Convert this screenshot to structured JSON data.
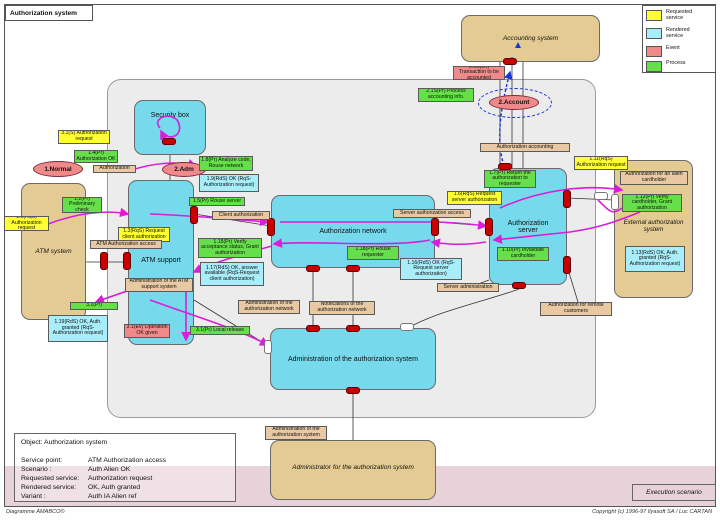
{
  "diagram_tab": "Authorization system",
  "legend": {
    "items": [
      {
        "label": "Requested service",
        "color": "#ffff33"
      },
      {
        "label": "Rendered service",
        "color": "#a8eefa"
      },
      {
        "label": "Event",
        "color": "#f08a8a"
      },
      {
        "label": "Process",
        "color": "#66e04a"
      }
    ]
  },
  "objects": {
    "accounting_system": "Accounting system",
    "security_box": "Security box",
    "atm_system": "ATM system",
    "atm_support": "ATM support",
    "authorization_network": "Authorization network",
    "authorization_server": "Authorization server",
    "external_authorization_system": "External authorization system",
    "administration_system": "Administration of the authorization system",
    "administrator": "Administrator for the authorization system"
  },
  "scenarios": {
    "normal": "1.Normal",
    "admin": "2.Adm",
    "account": "2.Account"
  },
  "requested_services": [
    "3.1(S) Authorization request",
    "1.1(RqS) Authorization request",
    "1.3(RqS) Request client authorization",
    "1.6(RqS) Request server authorization",
    "1.11(RqS) Authorization request"
  ],
  "rendered_services": [
    "1.9(RdS) OK (RqS-Authorization request)",
    "1.17(RdS) OK, answer available (RqS-Request client authorization)",
    "1.16(RdS) OK (RqS-Request server authorization)",
    "1.13(RdS) OK, Auth. granted (RqS-Authorization request)",
    "1.19(RdS) OK, Auth. granted (RqS-Authorization request)"
  ],
  "events": [
    "2.1S(Ev) Transaction to be accounted",
    "3.1(Ev) Operation OK given"
  ],
  "processes": [
    "1.4(Pr) Authorization OK",
    "1.8(Pr) Analyze code, Rouse network",
    "1.2(Pr) Preliminary check",
    "1.5(Pr) Rouse server",
    "1.7(Pr) Return the authorization to requester",
    "1.12(Pr) Verify cardholder, Grant authorization",
    "1.15(Pr) Verify acceptance status, Grant authorization",
    "1.18(Pr) Rouse requester",
    "1.10(Pr) Invalidate cardholder",
    "2.1S(Pr) Process accounting info.",
    "3.1(Pr)",
    "3.1(Pr) Local release"
  ],
  "access_points": [
    "Authorization",
    "Authorization accounting",
    "Client authorization",
    "Server authorization access",
    "Authorization for an alien cardholder",
    "ATM Authorization access",
    "Administration of the ATM support system",
    "Administration of the authorization network",
    "Notifications of the authorization network",
    "Server administration",
    "Authorization for remote customers",
    "Administration of the authorization system"
  ],
  "info_panel": {
    "object": "Object: Authorization system",
    "rows": [
      {
        "label": "Service point:",
        "value": "ATM Authorization access"
      },
      {
        "label": "Scenario :",
        "value": "Auth Alien OK"
      },
      {
        "label": "Requested service:",
        "value": "Authorization request"
      },
      {
        "label": "Rendered service:",
        "value": "OK, Auth granted"
      },
      {
        "label": "Variant :",
        "value": "Auth IA Alien ref"
      }
    ]
  },
  "execution_scenario": "Execution scenario",
  "footer": {
    "left": "Diagramme AMABCO©",
    "right": "Copyright (c)   1996-97 Ilyasoft SA / Luc CARTAN"
  }
}
